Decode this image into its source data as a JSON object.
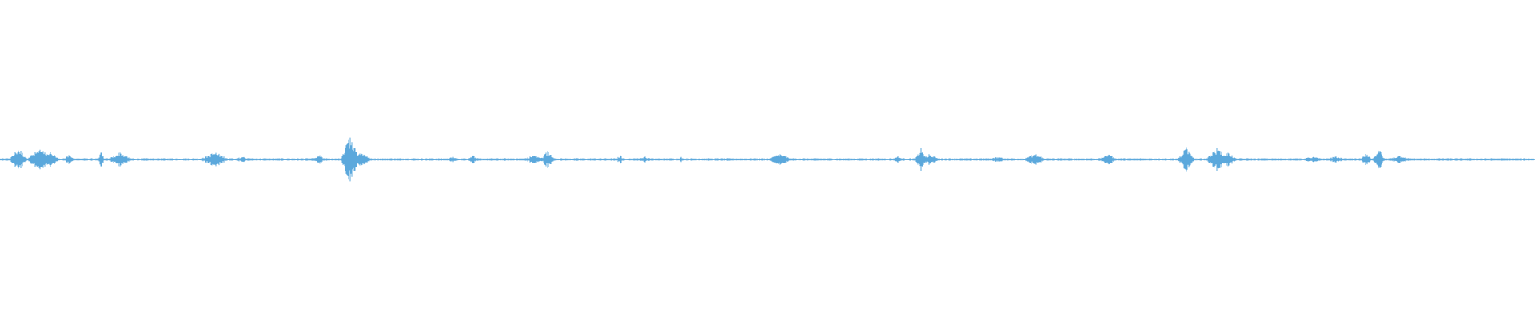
{
  "colors": {
    "background": "#ffffff",
    "waveform": "#5ba8dc"
  },
  "waveform": {
    "bursts": [
      {
        "t": 0.012,
        "amp": 0.08,
        "w": 0.006
      },
      {
        "t": 0.026,
        "amp": 0.07,
        "w": 0.01
      },
      {
        "t": 0.033,
        "amp": 0.05,
        "w": 0.006
      },
      {
        "t": 0.045,
        "amp": 0.03,
        "w": 0.004
      },
      {
        "t": 0.066,
        "amp": 0.06,
        "w": 0.002
      },
      {
        "t": 0.078,
        "amp": 0.05,
        "w": 0.008
      },
      {
        "t": 0.14,
        "amp": 0.05,
        "w": 0.01
      },
      {
        "t": 0.158,
        "amp": 0.02,
        "w": 0.006
      },
      {
        "t": 0.208,
        "amp": 0.03,
        "w": 0.004
      },
      {
        "t": 0.228,
        "amp": 0.16,
        "w": 0.006
      },
      {
        "t": 0.234,
        "amp": 0.07,
        "w": 0.008
      },
      {
        "t": 0.295,
        "amp": 0.02,
        "w": 0.004
      },
      {
        "t": 0.308,
        "amp": 0.03,
        "w": 0.004
      },
      {
        "t": 0.348,
        "amp": 0.03,
        "w": 0.008
      },
      {
        "t": 0.357,
        "amp": 0.06,
        "w": 0.005
      },
      {
        "t": 0.404,
        "amp": 0.03,
        "w": 0.003
      },
      {
        "t": 0.42,
        "amp": 0.02,
        "w": 0.006
      },
      {
        "t": 0.444,
        "amp": 0.02,
        "w": 0.002
      },
      {
        "t": 0.508,
        "amp": 0.04,
        "w": 0.008
      },
      {
        "t": 0.585,
        "amp": 0.03,
        "w": 0.003
      },
      {
        "t": 0.6,
        "amp": 0.07,
        "w": 0.004
      },
      {
        "t": 0.606,
        "amp": 0.04,
        "w": 0.006
      },
      {
        "t": 0.65,
        "amp": 0.02,
        "w": 0.006
      },
      {
        "t": 0.674,
        "amp": 0.04,
        "w": 0.008
      },
      {
        "t": 0.722,
        "amp": 0.04,
        "w": 0.006
      },
      {
        "t": 0.773,
        "amp": 0.08,
        "w": 0.006
      },
      {
        "t": 0.793,
        "amp": 0.08,
        "w": 0.008
      },
      {
        "t": 0.8,
        "amp": 0.05,
        "w": 0.006
      },
      {
        "t": 0.855,
        "amp": 0.02,
        "w": 0.008
      },
      {
        "t": 0.87,
        "amp": 0.02,
        "w": 0.008
      },
      {
        "t": 0.89,
        "amp": 0.04,
        "w": 0.004
      },
      {
        "t": 0.898,
        "amp": 0.08,
        "w": 0.004
      },
      {
        "t": 0.912,
        "amp": 0.03,
        "w": 0.008
      }
    ]
  }
}
